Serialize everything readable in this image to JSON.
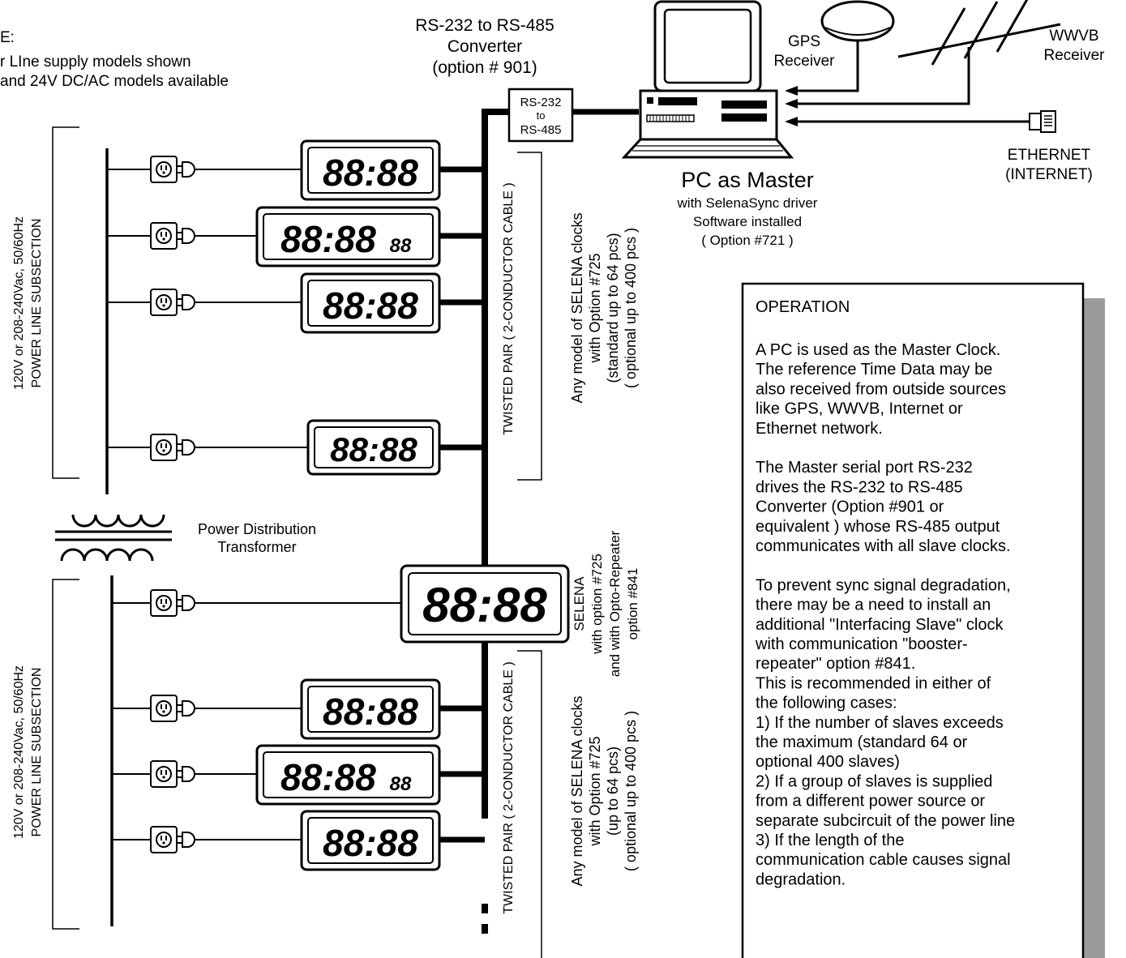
{
  "note": {
    "line1": "E:",
    "line2": "r LIne supply models shown",
    "line3": "and 24V  DC/AC models available"
  },
  "converter": {
    "title1": "RS-232 to RS-485",
    "title2": "Converter",
    "title3": "(option # 901)",
    "box1": "RS-232",
    "box2": "to",
    "box3": "RS-485"
  },
  "pc": {
    "title": "PC as Master",
    "sub1": "with SelenaSync driver",
    "sub2": "Software installed",
    "sub3": "( Option #721 )"
  },
  "gps": {
    "line1": "GPS",
    "line2": "Receiver"
  },
  "wwvb": {
    "line1": "WWVB",
    "line2": "Receiver"
  },
  "ethernet": {
    "line1": "ETHERNET",
    "line2": "(INTERNET)"
  },
  "subsection_upper": {
    "line1": "120V or 208-240Vac, 50/60Hz",
    "line2": "POWER LINE SUBSECTION"
  },
  "subsection_lower": {
    "line1": "120V or 208-240Vac, 50/60Hz",
    "line2": "POWER LINE SUBSECTION"
  },
  "transformer": {
    "line1": "Power Distribution",
    "line2": "Transformer"
  },
  "cable_upper": {
    "label": "TWISTED PAIR ( 2-CONDUCTOR CABLE )"
  },
  "cable_lower": {
    "label": "TWISTED PAIR ( 2-CONDUCTOR CABLE )"
  },
  "clocks_upper": {
    "line1": "Any model of SELENA clocks",
    "line2": "with Option #725",
    "line3": "(standard up to 64 pcs)",
    "line4": "( optional up to 400 pcs )"
  },
  "clocks_lower": {
    "line1": "Any model of SELENA clocks",
    "line2": "with Option #725",
    "line3": "(up to 64 pcs)",
    "line4": "( optional up to 400 pcs )"
  },
  "repeater": {
    "line1": "SELENA",
    "line2": "with option #725",
    "line3": "and with Opto-Repeater",
    "line4": "option #841"
  },
  "clock_digits": {
    "hhmm": "88:88",
    "sec": "88"
  },
  "operation": {
    "heading": "OPERATION",
    "lines": [
      "A PC is used as the Master Clock.",
      "The reference Time Data may be",
      "also received from outside sources",
      "like GPS, WWVB, Internet or",
      "Ethernet network.",
      "",
      "The Master serial port RS-232",
      "drives the RS-232 to RS-485",
      "Converter (Option #901 or",
      "equivalent ) whose RS-485 output",
      "communicates with all slave clocks.",
      "",
      "To prevent sync signal degradation,",
      "there may be a need to install an",
      "additional \"Interfacing Slave\" clock",
      "with communication \"booster-",
      "repeater\" option #841.",
      "This is recommended in either of",
      "the following cases:",
      "1)   If the number of slaves exceeds",
      "the maximum (standard 64 or",
      "optional 400 slaves)",
      "2)   If a group of slaves is supplied",
      "from a different power source or",
      "separate subcircuit of the power line",
      "3)   If the length of the",
      "communication cable causes signal",
      "degradation."
    ]
  }
}
